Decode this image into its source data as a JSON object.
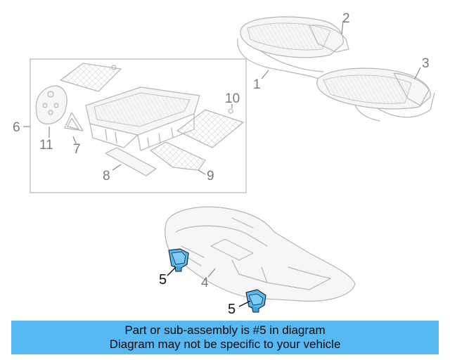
{
  "diagram": {
    "callouts": {
      "c1": "1",
      "c2": "2",
      "c3": "3",
      "c4": "4",
      "c5a": "5",
      "c5b": "5",
      "c6": "6",
      "c7": "7",
      "c8": "8",
      "c9": "9",
      "c10": "10",
      "c11": "11"
    },
    "highlight_color": "#56b9ee"
  },
  "banner": {
    "line1": "Part or sub-assembly is #5 in diagram",
    "line2": "Diagram may not be specific to your vehicle",
    "background": "#56b9f4"
  }
}
